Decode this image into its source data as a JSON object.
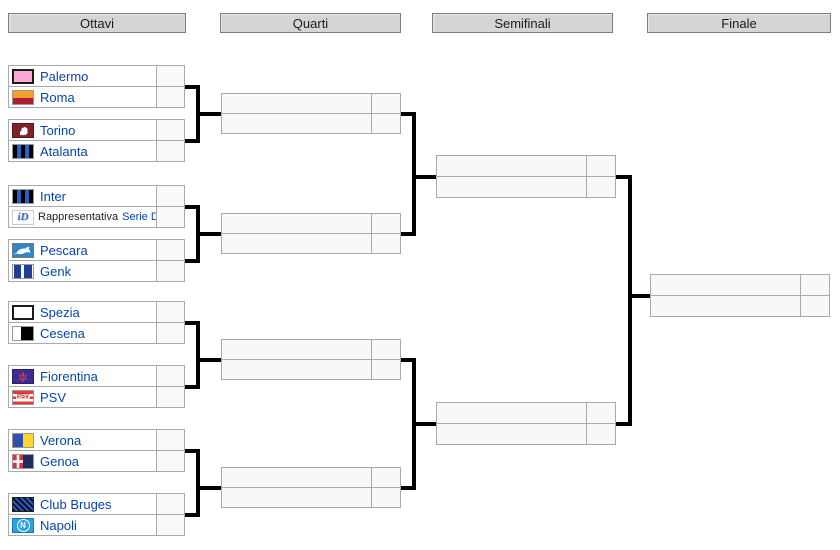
{
  "round_headers": {
    "r16": "Ottavi",
    "qf": "Quarti",
    "sf": "Semifinali",
    "final": "Finale"
  },
  "colors": {
    "link_blue": "#0645ad",
    "connector_black": "#000000",
    "header_bg": "#d5d5d5",
    "header_border": "#7d7d7d",
    "cell_border": "#aaaaaa",
    "empty_slot_bg": "#f8f8f8",
    "score_cell_bg": "#f9f9f9"
  },
  "r16": [
    {
      "home": {
        "team": "Palermo",
        "flag": "palermo-flag",
        "score": ""
      },
      "away": {
        "team": "Roma",
        "flag": "roma-flag",
        "score": ""
      }
    },
    {
      "home": {
        "team": "Torino",
        "flag": "torino-flag",
        "score": ""
      },
      "away": {
        "team": "Atalanta",
        "flag": "atalanta-flag",
        "score": ""
      }
    },
    {
      "home": {
        "team": "Inter",
        "flag": "inter-flag",
        "score": ""
      },
      "away": {
        "team": "Rappresentativa",
        "team_link": "Serie D",
        "flag": "serie-d-logo",
        "score": ""
      }
    },
    {
      "home": {
        "team": "Pescara",
        "flag": "pescara-flag",
        "score": ""
      },
      "away": {
        "team": "Genk",
        "flag": "genk-flag",
        "score": ""
      }
    },
    {
      "home": {
        "team": "Spezia",
        "flag": "spezia-flag",
        "score": ""
      },
      "away": {
        "team": "Cesena",
        "flag": "cesena-flag",
        "score": ""
      }
    },
    {
      "home": {
        "team": "Fiorentina",
        "flag": "fiorentina-flag",
        "score": ""
      },
      "away": {
        "team": "PSV",
        "flag": "psv-flag",
        "score": ""
      }
    },
    {
      "home": {
        "team": "Verona",
        "flag": "verona-flag",
        "score": ""
      },
      "away": {
        "team": "Genoa",
        "flag": "genoa-flag",
        "score": ""
      }
    },
    {
      "home": {
        "team": "Club Bruges",
        "flag": "club-bruges-flag",
        "score": ""
      },
      "away": {
        "team": "Napoli",
        "flag": "napoli-flag",
        "score": ""
      }
    }
  ],
  "flag_glyphs": {
    "serie_d_logo_text": "iD",
    "psv_flag_text": "PSV",
    "napoli_flag_letter": "N"
  }
}
